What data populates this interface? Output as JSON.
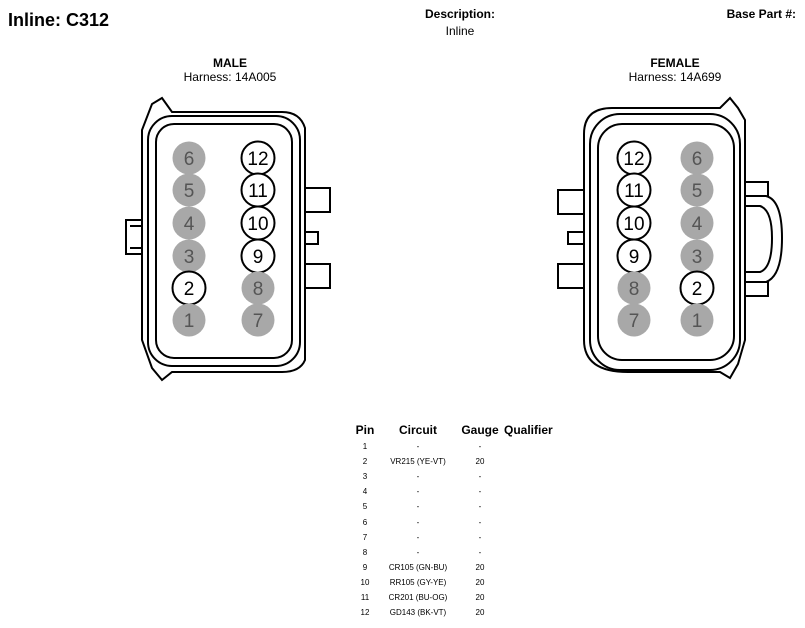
{
  "header": {
    "title": "Inline: C312",
    "description_label": "Description:",
    "description_value": "Inline",
    "base_part_label": "Base Part #:"
  },
  "male": {
    "title": "MALE",
    "harness": "Harness: 14A005",
    "pins": [
      {
        "num": "6",
        "used": false
      },
      {
        "num": "12",
        "used": true
      },
      {
        "num": "5",
        "used": false
      },
      {
        "num": "11",
        "used": true
      },
      {
        "num": "4",
        "used": false
      },
      {
        "num": "10",
        "used": true
      },
      {
        "num": "3",
        "used": false
      },
      {
        "num": "9",
        "used": true
      },
      {
        "num": "2",
        "used": true
      },
      {
        "num": "8",
        "used": false
      },
      {
        "num": "1",
        "used": false
      },
      {
        "num": "7",
        "used": false
      }
    ]
  },
  "female": {
    "title": "FEMALE",
    "harness": "Harness: 14A699",
    "pins": [
      {
        "num": "12",
        "used": true
      },
      {
        "num": "6",
        "used": false
      },
      {
        "num": "11",
        "used": true
      },
      {
        "num": "5",
        "used": false
      },
      {
        "num": "10",
        "used": true
      },
      {
        "num": "4",
        "used": false
      },
      {
        "num": "9",
        "used": true
      },
      {
        "num": "3",
        "used": false
      },
      {
        "num": "8",
        "used": false
      },
      {
        "num": "2",
        "used": true
      },
      {
        "num": "7",
        "used": false
      },
      {
        "num": "1",
        "used": false
      }
    ]
  },
  "pin_colors": {
    "used_fill": "#ffffff",
    "unused_fill": "#a8a8a8",
    "unused_text": "#555555"
  },
  "table": {
    "headers": [
      "Pin",
      "Circuit",
      "Gauge",
      "Qualifier"
    ],
    "rows": [
      {
        "pin": "1",
        "circuit": "-",
        "gauge": "-",
        "qualifier": ""
      },
      {
        "pin": "2",
        "circuit": "VR215 (YE-VT)",
        "gauge": "20",
        "qualifier": ""
      },
      {
        "pin": "3",
        "circuit": "-",
        "gauge": "-",
        "qualifier": ""
      },
      {
        "pin": "4",
        "circuit": "-",
        "gauge": "-",
        "qualifier": ""
      },
      {
        "pin": "5",
        "circuit": "-",
        "gauge": "-",
        "qualifier": ""
      },
      {
        "pin": "6",
        "circuit": "-",
        "gauge": "-",
        "qualifier": ""
      },
      {
        "pin": "7",
        "circuit": "-",
        "gauge": "-",
        "qualifier": ""
      },
      {
        "pin": "8",
        "circuit": "-",
        "gauge": "-",
        "qualifier": ""
      },
      {
        "pin": "9",
        "circuit": "CR105 (GN-BU)",
        "gauge": "20",
        "qualifier": ""
      },
      {
        "pin": "10",
        "circuit": "RR105 (GY-YE)",
        "gauge": "20",
        "qualifier": ""
      },
      {
        "pin": "11",
        "circuit": "CR201 (BU-OG)",
        "gauge": "20",
        "qualifier": ""
      },
      {
        "pin": "12",
        "circuit": "GD143 (BK-VT)",
        "gauge": "20",
        "qualifier": ""
      }
    ]
  }
}
